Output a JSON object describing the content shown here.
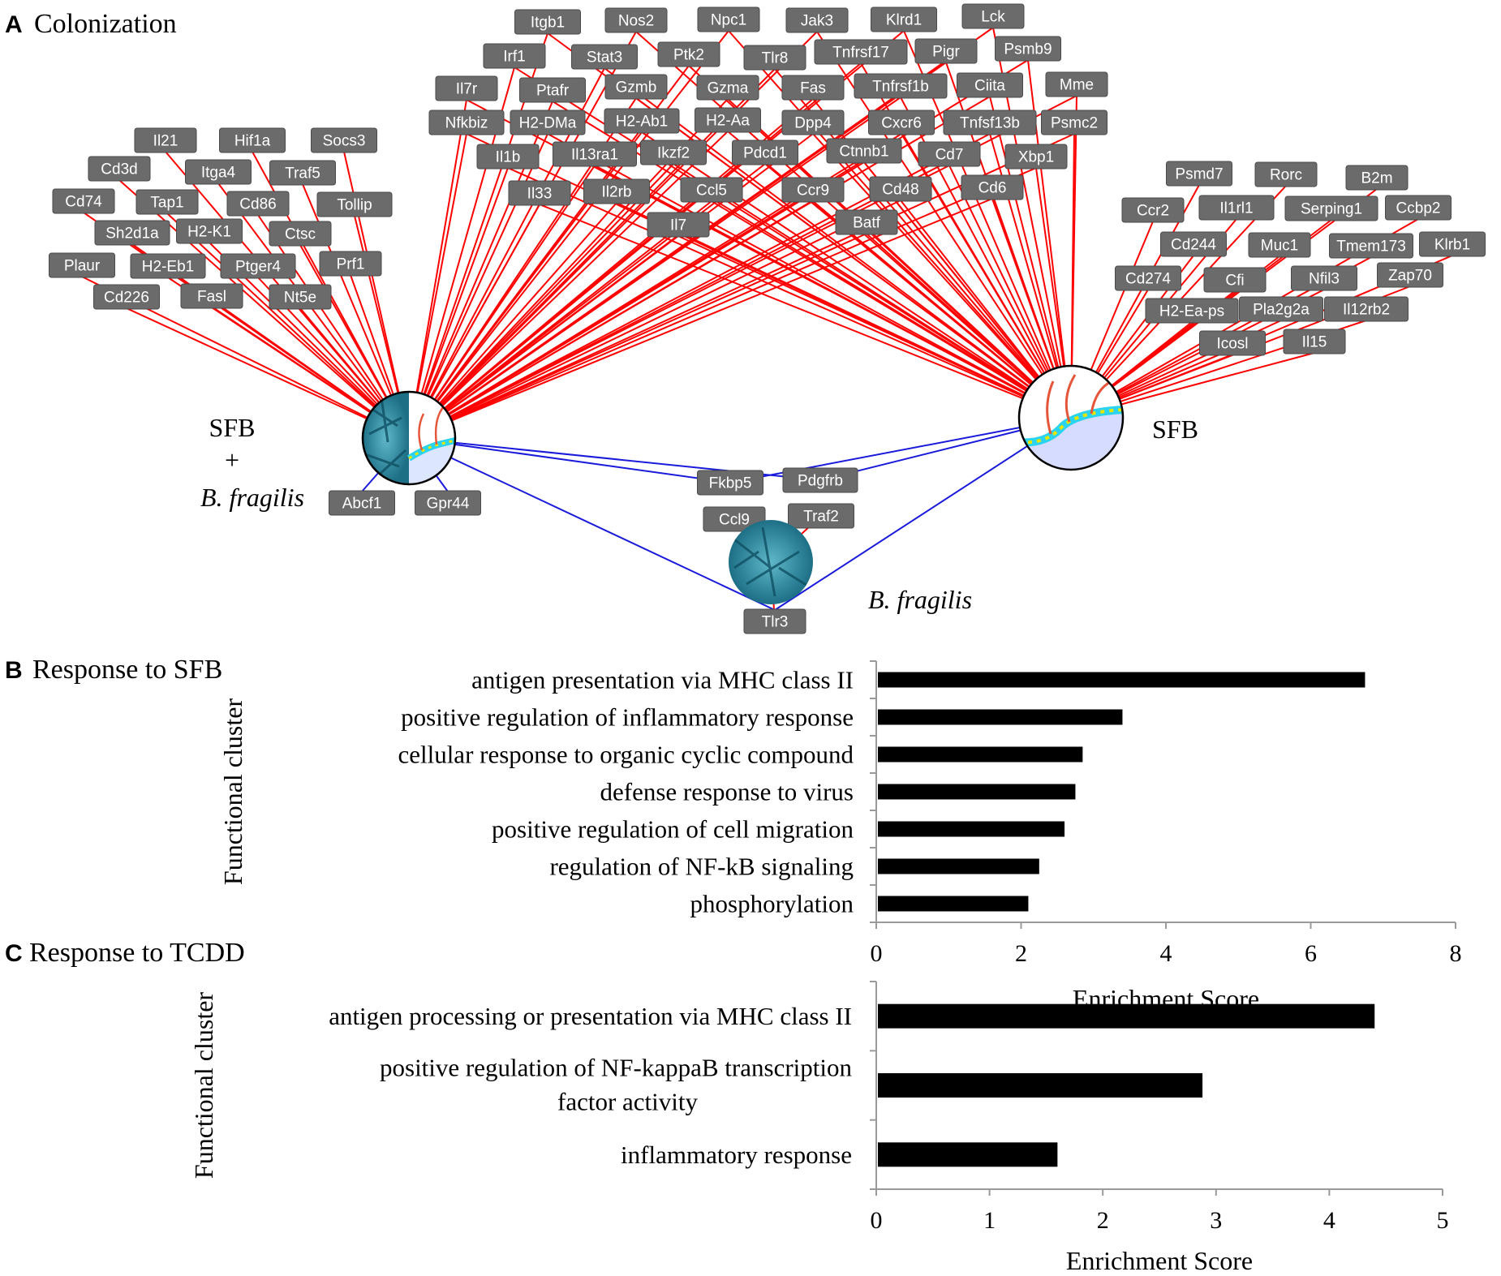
{
  "panelA": {
    "letter": "A",
    "title": "Colonization",
    "node_left": {
      "line1": "SFB",
      "line2": "+",
      "line3": "B. fragilis"
    },
    "node_right": {
      "label": "SFB"
    },
    "node_bottom": {
      "label": "B. fragilis"
    },
    "genes_left": [
      "Il21",
      "Hif1a",
      "Socs3",
      "Cd3d",
      "Itga4",
      "Traf5",
      "Cd74",
      "Tap1",
      "Cd86",
      "Tollip",
      "Sh2d1a",
      "H2-K1",
      "Ctsc",
      "Plaur",
      "H2-Eb1",
      "Ptger4",
      "Prf1",
      "Cd226",
      "Fasl",
      "Nt5e"
    ],
    "genes_shared": [
      "Itgb1",
      "Nos2",
      "Npc1",
      "Jak3",
      "Klrd1",
      "Lck",
      "Irf1",
      "Stat3",
      "Ptk2",
      "Tlr8",
      "Tnfrsf17",
      "Pigr",
      "Psmb9",
      "Il7r",
      "Ptafr",
      "Gzmb",
      "Gzma",
      "Fas",
      "Tnfrsf1b",
      "Ciita",
      "Mme",
      "Nfkbiz",
      "H2-DMa",
      "H2-Ab1",
      "H2-Aa",
      "Dpp4",
      "Cxcr6",
      "Tnfsf13b",
      "Psmc2",
      "Il1b",
      "Il13ra1",
      "Ikzf2",
      "Pdcd1",
      "Ctnnb1",
      "Cd7",
      "Xbp1",
      "Il33",
      "Il2rb",
      "Ccl5",
      "Ccr9",
      "Cd48",
      "Cd6",
      "Il7",
      "Batf"
    ],
    "genes_right": [
      "Psmd7",
      "Rorc",
      "B2m",
      "Ccr2",
      "Il1rl1",
      "Serping1",
      "Ccbp2",
      "Cd244",
      "Muc1",
      "Tmem173",
      "Klrb1",
      "Cd274",
      "Cfi",
      "Nfil3",
      "Zap70",
      "H2-Ea-ps",
      "Pla2g2a",
      "Il12rb2",
      "Icosl",
      "Il15"
    ],
    "genes_left_only": [
      "Abcf1",
      "Gpr44"
    ],
    "genes_blue_shared": [
      "Fkbp5",
      "Pdgfrb"
    ],
    "genes_bottom": [
      "Ccl9",
      "Traf2",
      "Tlr3"
    ],
    "colors": {
      "sfb_edge": "#ff0000",
      "bfrag_edge": "#1a1adb",
      "gene_box": "#6b6b6b"
    }
  },
  "panelB": {
    "letter": "B",
    "title": "Response to SFB"
  },
  "panelC": {
    "letter": "C",
    "title": "Response to TCDD"
  },
  "chart_data": [
    {
      "type": "bar",
      "orientation": "horizontal",
      "categories": [
        "phosphorylation",
        "regulation of NF-kB signaling",
        "positive regulation of cell migration",
        "defense response to virus",
        "cellular response to organic cyclic compound",
        "positive regulation of inflammatory response",
        "antigen  presentation  via MHC class II"
      ],
      "values": [
        2.1,
        2.25,
        2.6,
        2.75,
        2.85,
        3.4,
        6.75
      ],
      "xlabel": "Enrichment Score",
      "ylabel": "Functional cluster",
      "xlim": [
        0,
        8
      ],
      "xticks": [
        "0",
        "2",
        "4",
        "6",
        "8"
      ],
      "bar_color": "#000000"
    },
    {
      "type": "bar",
      "orientation": "horizontal",
      "categories": [
        "inflammatory response",
        [
          "positive regulation of NF-kappaB transcription",
          "factor activity"
        ],
        "antigen processing or presentation via MHC class II"
      ],
      "values": [
        1.6,
        2.88,
        4.4
      ],
      "xlabel": "Enrichment Score",
      "ylabel": "Functional cluster",
      "xlim": [
        0,
        5
      ],
      "xticks": [
        "0",
        "1",
        "2",
        "3",
        "4",
        "5"
      ],
      "bar_color": "#000000"
    }
  ]
}
